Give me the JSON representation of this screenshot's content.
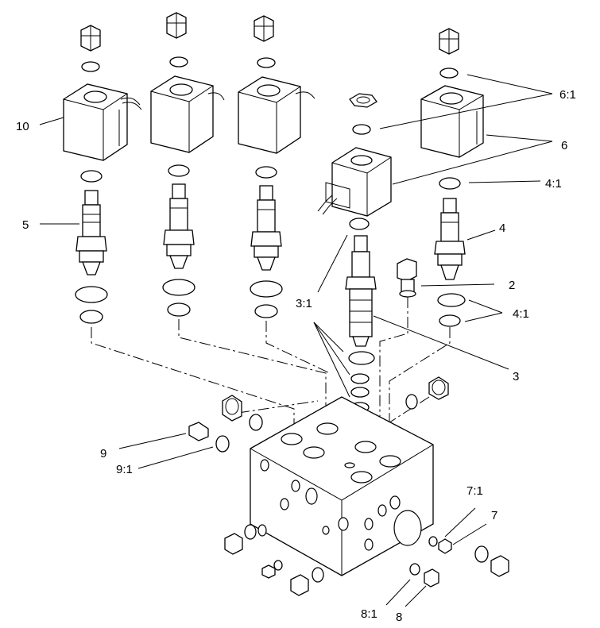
{
  "callouts": {
    "c10": "10",
    "c5": "5",
    "c6_1": "6:1",
    "c6": "6",
    "c4_1_top": "4:1",
    "c4": "4",
    "c2": "2",
    "c3_1": "3:1",
    "c4_1_bottom": "4:1",
    "c3": "3",
    "c9": "9",
    "c9_1": "9:1",
    "c7_1": "7:1",
    "c7": "7",
    "c8_1": "8:1",
    "c8": "8"
  }
}
